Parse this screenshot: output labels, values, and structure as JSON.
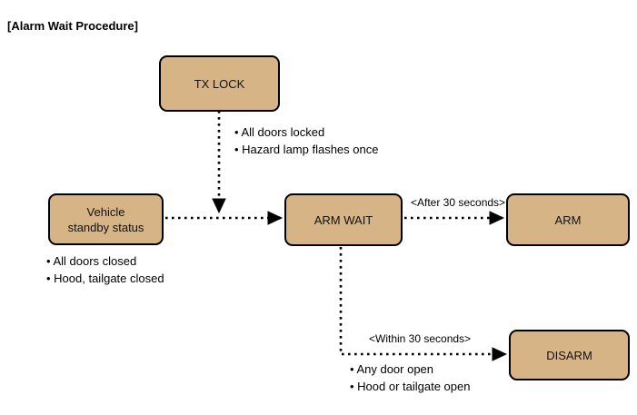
{
  "page": {
    "title": "[Alarm Wait Procedure]",
    "background": "#ffffff",
    "node_fill": "#d7b485",
    "node_stroke": "#000000",
    "edge_color": "#000000"
  },
  "nodes": {
    "tx_lock": {
      "label": "TX LOCK"
    },
    "vehicle_standby": {
      "label": "Vehicle\nstandby status"
    },
    "arm_wait": {
      "label": "ARM WAIT"
    },
    "arm": {
      "label": "ARM"
    },
    "disarm": {
      "label": "DISARM"
    }
  },
  "edge_labels": {
    "after_30_seconds": "<After 30 seconds>",
    "within_30_seconds": "<Within 30 seconds>"
  },
  "notes": {
    "tx_lock_conditions": "• All doors locked\n• Hazard lamp flashes once",
    "standby_conditions": "• All doors closed\n• Hood, tailgate closed",
    "disarm_conditions": "• Any door open\n• Hood or tailgate open"
  }
}
